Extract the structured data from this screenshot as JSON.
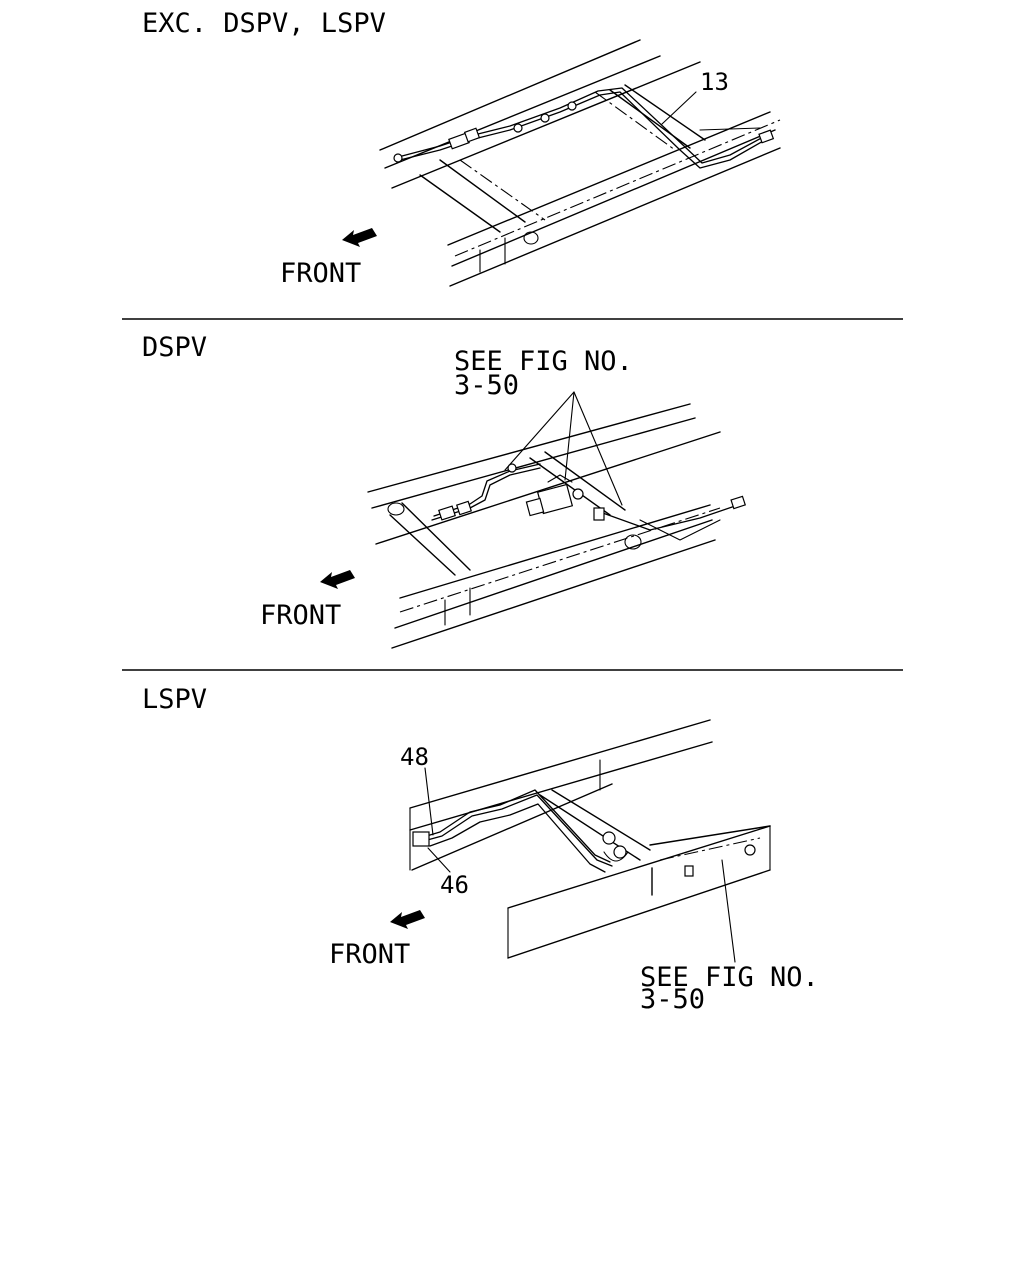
{
  "sections": [
    {
      "title": "EXC. DSPV, LSPV",
      "direction_label": "FRONT",
      "callouts": [
        {
          "label": "13"
        }
      ]
    },
    {
      "title": "DSPV",
      "direction_label": "FRONT",
      "reference_line1": "SEE FIG NO.",
      "reference_line2": "3-50"
    },
    {
      "title": "LSPV",
      "direction_label": "FRONT",
      "callouts": [
        {
          "label": "48"
        },
        {
          "label": "46"
        }
      ],
      "reference_line1": "SEE FIG NO.",
      "reference_line2": "3-50"
    }
  ],
  "icons": {
    "front_arrow": "front-direction-arrow-icon"
  }
}
